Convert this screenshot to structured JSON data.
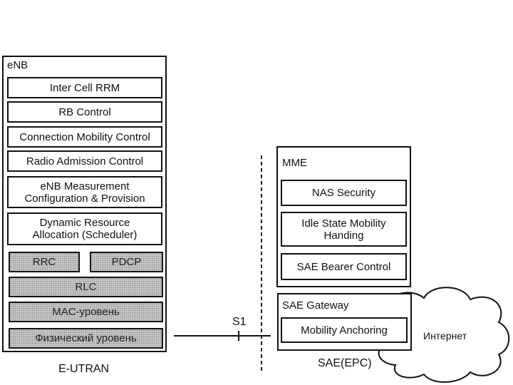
{
  "enb": {
    "title": "eNB",
    "functions": [
      "Inter Cell RRM",
      "RB Control",
      "Connection Mobility Control",
      "Radio Admission Control",
      "eNB Measurement Configuration & Provision",
      "Dynamic Resource Allocation (Scheduler)"
    ],
    "protocol_layers": {
      "rrc": "RRC",
      "pdcp": "PDCP",
      "rlc": "RLC",
      "mac": "MAC-уровень",
      "phy": "Физический уровень"
    },
    "caption": "E-UTRAN"
  },
  "mme": {
    "title": "MME",
    "functions": [
      "NAS Security",
      "Idle State Mobility Handing",
      "SAE Bearer Control"
    ]
  },
  "gateway": {
    "title": "SAE Gateway",
    "functions": [
      "Mobility Anchoring"
    ]
  },
  "epc_caption": "SAE(EPC)",
  "interface_label": "S1",
  "cloud_label": "Интернет"
}
